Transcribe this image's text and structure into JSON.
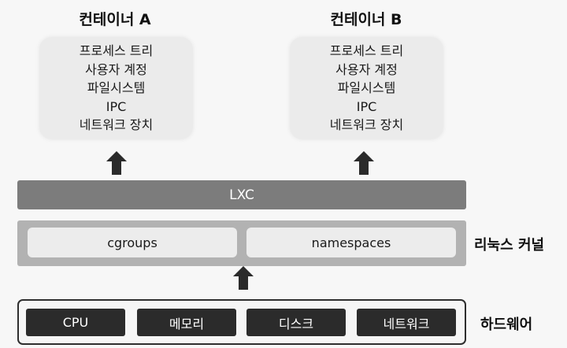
{
  "containers": [
    {
      "title": "컨테이너 A",
      "items": [
        "프로세스 트리",
        "사용자 계정",
        "파일시스템",
        "IPC",
        "네트워크 장치"
      ]
    },
    {
      "title": "컨테이너 B",
      "items": [
        "프로세스 트리",
        "사용자 계정",
        "파일시스템",
        "IPC",
        "네트워크 장치"
      ]
    }
  ],
  "lxc": {
    "label": "LXC"
  },
  "kernel": {
    "label": "리눅스 커널",
    "cells": [
      "cgroups",
      "namespaces"
    ]
  },
  "hardware": {
    "label": "하드웨어",
    "cells": [
      "CPU",
      "메모리",
      "디스크",
      "네트워크"
    ]
  },
  "colors": {
    "lxc_bar": "#7c7c7c",
    "kernel_bar": "#b2b2b2",
    "hardware_cell": "#2b2b2b",
    "arrow": "#2b2b2b"
  }
}
